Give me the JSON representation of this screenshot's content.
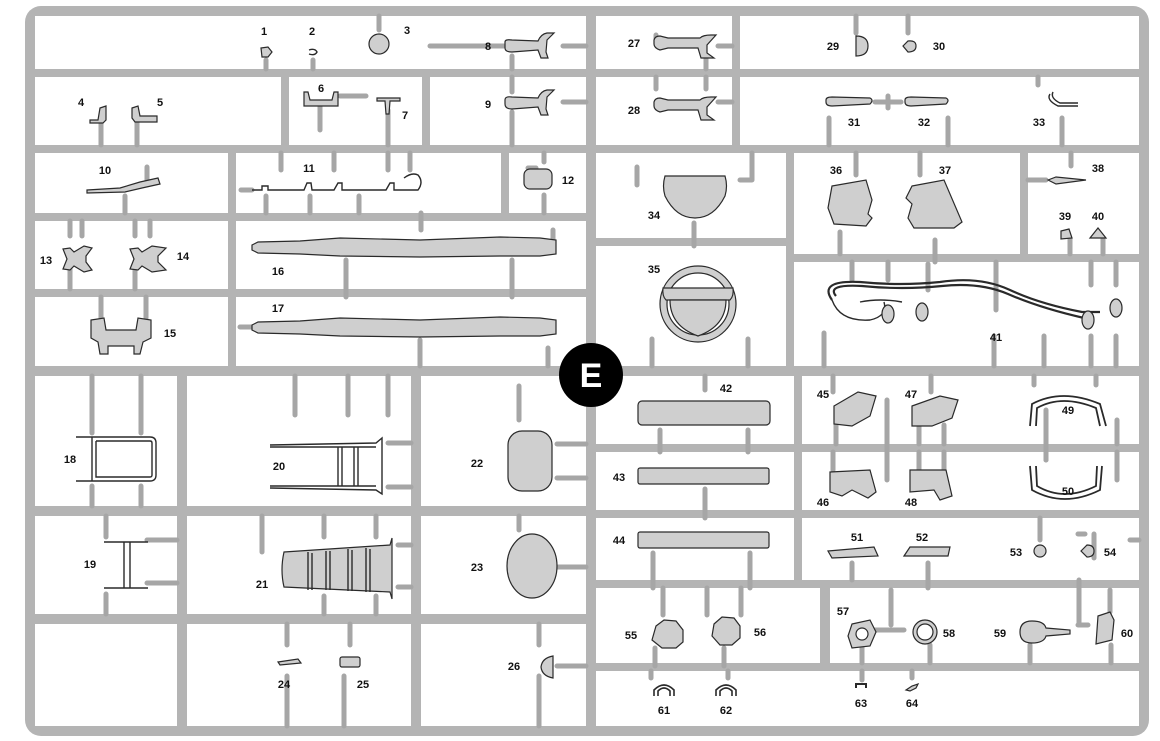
{
  "sprue_letter": "E",
  "colors": {
    "frame": "#b4b4b4",
    "cell": "#ffffff",
    "part_fill": "#cfcfcf",
    "outline": "#2a2a2a",
    "badge": "#000000"
  },
  "parts": {
    "p1": "1",
    "p2": "2",
    "p3": "3",
    "p4": "4",
    "p5": "5",
    "p6": "6",
    "p7": "7",
    "p8": "8",
    "p9": "9",
    "p10": "10",
    "p11": "11",
    "p12": "12",
    "p13": "13",
    "p14": "14",
    "p15": "15",
    "p16": "16",
    "p17": "17",
    "p18": "18",
    "p19": "19",
    "p20": "20",
    "p21": "21",
    "p22": "22",
    "p23": "23",
    "p24": "24",
    "p25": "25",
    "p26": "26",
    "p27": "27",
    "p28": "28",
    "p29": "29",
    "p30": "30",
    "p31": "31",
    "p32": "32",
    "p33": "33",
    "p34": "34",
    "p35": "35",
    "p36": "36",
    "p37": "37",
    "p38": "38",
    "p39": "39",
    "p40": "40",
    "p41": "41",
    "p42": "42",
    "p43": "43",
    "p44": "44",
    "p45": "45",
    "p46": "46",
    "p47": "47",
    "p48": "48",
    "p49": "49",
    "p50": "50",
    "p51": "51",
    "p52": "52",
    "p53": "53",
    "p54": "54",
    "p55": "55",
    "p56": "56",
    "p57": "57",
    "p58": "58",
    "p59": "59",
    "p60": "60",
    "p61": "61",
    "p62": "62",
    "p63": "63",
    "p64": "64"
  }
}
